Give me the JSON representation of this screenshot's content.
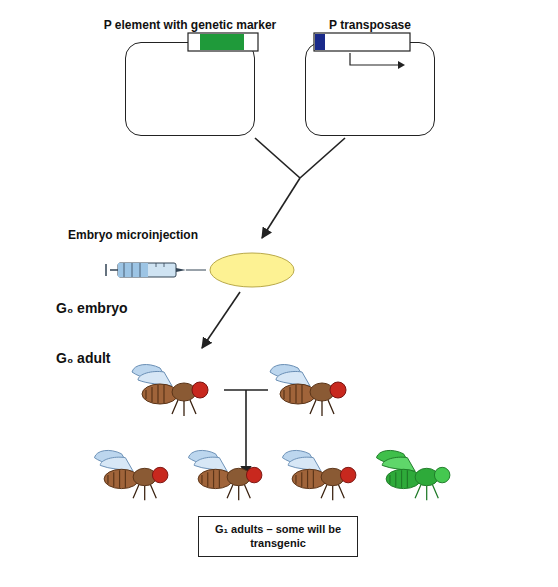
{
  "diagram": {
    "nodes": [
      {
        "text": [
          "P element with genetic marker"
        ]
      },
      {
        "text": [
          "P transposase"
        ]
      },
      {
        "text": [
          "G₁ adults – some will be transgenic"
        ]
      }
    ],
    "labels": [
      "Embryo microinjection",
      "G₀ embryo",
      "G₀ adult"
    ]
  }
}
